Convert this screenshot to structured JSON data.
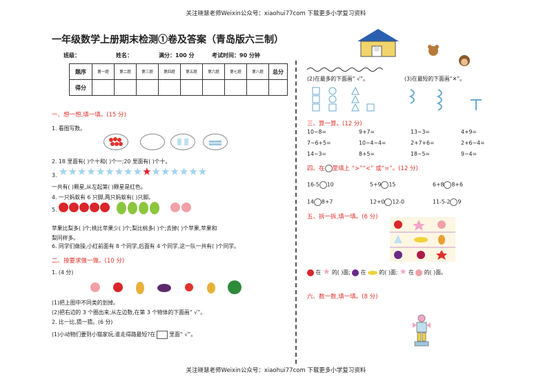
{
  "header": "关注晓慧老师Weixin公众号：xiaohui77com 下载更多小学复习资料",
  "footer": "关注晓慧老师Weixin公众号：xiaohui77com 下载更多小学复习资料",
  "title": "一年级数学上册期末检测①卷及答案（青岛版六三制）",
  "info": {
    "class": "班级：",
    "name": "姓名：",
    "full_marks": "满分：100 分",
    "time": "考试时间：90 分钟"
  },
  "score_table": {
    "header_label": "题序",
    "score_label": "得分",
    "total_label": "总分",
    "columns": [
      "第一题",
      "第二题",
      "第三题",
      "第四题",
      "第五题",
      "第六题",
      "第七题",
      "第八题"
    ]
  },
  "left": {
    "s1_title": "一、想一想,填一填。(15 分)",
    "q1": "1. 看图写数。",
    "q2": "2. 18 里面有(       )个十和(    )个一;20 里面有(       )个十。",
    "q3_num": "3.",
    "q3_text": "一共有(       )颗星,从左起第(       )颗星是红色。",
    "q4": "4. 一只蚂蚁有 6 只脚,两只蚂蚁有(     )只脚。",
    "q5_num": "5.",
    "q5_text1": "苹果比梨多(     )个;桃比苹果少(     )个;梨比桃多(     )个;去掉(     )个苹果,苹果和",
    "q5_text2": "梨同样多。",
    "q6": "6. 同学们做操,小红前面有 8 个同学,后面有 4 个同学,这一队一共有(       )个同学。",
    "s2_title": "二、按要求做一做。(10 分)",
    "s2_q1": "1. (4 分)",
    "s2_a": "(1)把上图中不同类的划掉。",
    "s2_b": "(2)把右边的 3 个圈出来;从左边数,在第 3 个物体的下面画“ √”。",
    "s2_q2": "2. 比一比,猜一猜。(6 分)",
    "s2_c": "(1)小动物们要到小猫家玩,谁走得路最短?在",
    "s2_c2": "里面“ √”。"
  },
  "right": {
    "r_a": "(2)在最多的下面画“ √”。",
    "r_b": "(3)在最短的下面画“✕”。",
    "s3_title": "三、算一算。(12 分)",
    "calc": [
      [
        "10−8=",
        "9+7=",
        "13−3=",
        "4+9="
      ],
      [
        "7−6+5=",
        "10−4−4=",
        "2+7+6=",
        "2+6−4="
      ],
      [
        "14−3=",
        "8+5=",
        "18−5=",
        "9−4="
      ]
    ],
    "s4_title_a": "四、在",
    "s4_title_b": "里填上  “>”“<”  或“=”。(12 分)",
    "compare": [
      [
        "16-5",
        "10",
        "5+9",
        "15",
        "6+8",
        "8+6"
      ],
      [
        "14",
        "8+7",
        "12+0",
        "12-0",
        "11-5-2",
        "9"
      ]
    ],
    "s5_title": "五、拆一拆,填一填。(6 分)",
    "s5_line": [
      "在",
      "的(       )面;",
      "在",
      "的(       )面;",
      "在",
      "的(       )面。"
    ],
    "s6_title": "六、数一数,填一填。(8 分)"
  }
}
